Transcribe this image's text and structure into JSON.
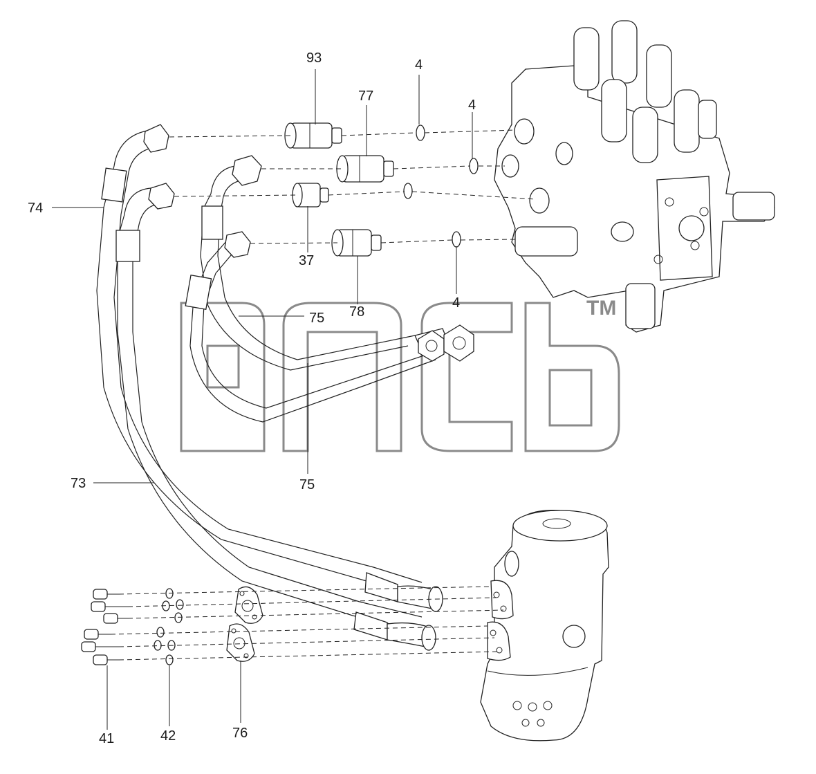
{
  "callouts": {
    "c93": "93",
    "c4a": "4",
    "c77": "77",
    "c4b": "4",
    "c74": "74",
    "c37": "37",
    "c78": "78",
    "c4c": "4",
    "c75a": "75",
    "c75b": "75",
    "c73": "73",
    "c41": "41",
    "c42": "42",
    "c76": "76"
  },
  "watermark": {
    "tm": "TM"
  },
  "colors": {
    "line": "#222222",
    "watermark": "#8a8a8a",
    "background": "#ffffff"
  }
}
